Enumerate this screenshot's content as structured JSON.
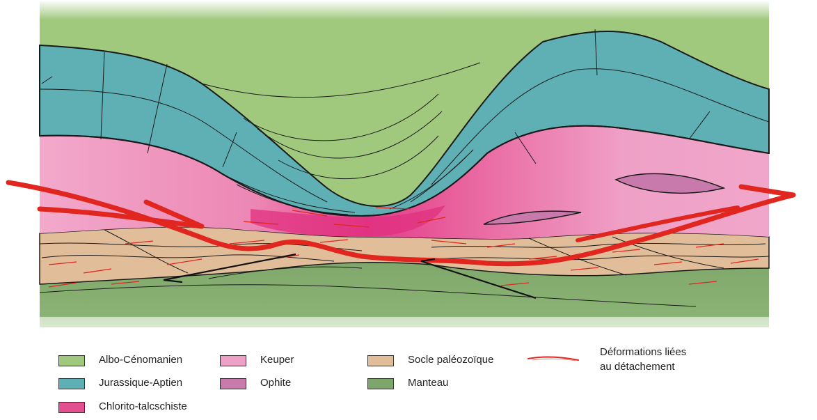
{
  "legend": {
    "items": [
      {
        "label": "Albo-Cénomanien",
        "color": "#a1c97e"
      },
      {
        "label": "Jurassique-Aptien",
        "color": "#5fb0b5"
      },
      {
        "label": "Chlorito-talcschiste",
        "color": "#e2508f"
      },
      {
        "label": "Keuper",
        "color": "#efa0c6"
      },
      {
        "label": "Ophite",
        "color": "#c77aab"
      },
      {
        "label": "Socle paléozoïque",
        "color": "#e2bd9a"
      },
      {
        "label": "Manteau",
        "color": "#7fa66a"
      }
    ],
    "deformation_line1": "Déformations liées",
    "deformation_line2": "au détachement",
    "deformation_color": "#e0261e"
  }
}
